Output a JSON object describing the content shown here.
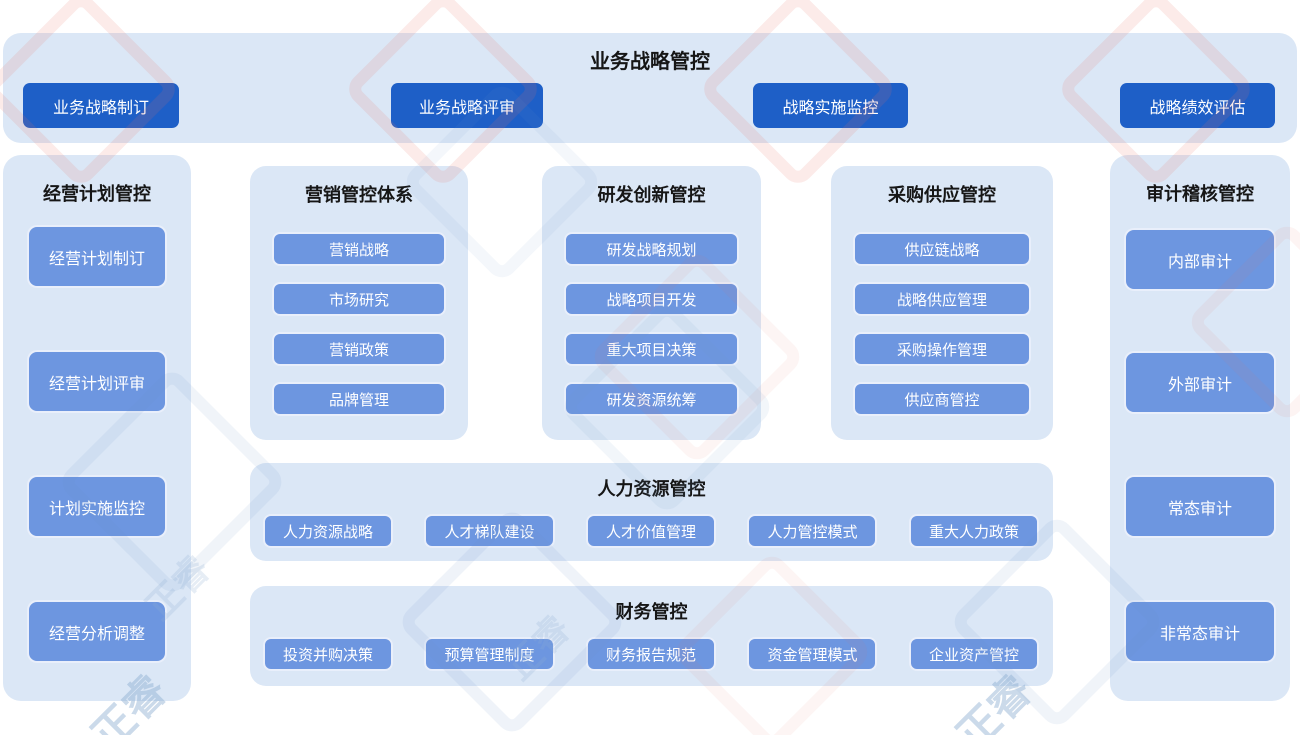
{
  "top_panel": {
    "title": "业务战略管控",
    "buttons": [
      "业务战略制订",
      "业务战略评审",
      "战略实施监控",
      "战略绩效评估"
    ]
  },
  "left_panel": {
    "title": "经营计划管控",
    "items": [
      "经营计划制订",
      "经营计划评审",
      "计划实施监控",
      "经营分析调整"
    ]
  },
  "columns": [
    {
      "title": "营销管控体系",
      "items": [
        "营销战略",
        "市场研究",
        "营销政策",
        "品牌管理"
      ]
    },
    {
      "title": "研发创新管控",
      "items": [
        "研发战略规划",
        "战略项目开发",
        "重大项目决策",
        "研发资源统筹"
      ]
    },
    {
      "title": "采购供应管控",
      "items": [
        "供应链战略",
        "战略供应管理",
        "采购操作管理",
        "供应商管控"
      ]
    }
  ],
  "hr_panel": {
    "title": "人力资源管控",
    "items": [
      "人力资源战略",
      "人才梯队建设",
      "人才价值管理",
      "人力管控模式",
      "重大人力政策"
    ]
  },
  "finance_panel": {
    "title": "财务管控",
    "items": [
      "投资并购决策",
      "预算管理制度",
      "财务报告规范",
      "资金管理模式",
      "企业资产管控"
    ]
  },
  "right_panel": {
    "title": "审计稽核管控",
    "items": [
      "内部审计",
      "外部审计",
      "常态审计",
      "非常态审计"
    ]
  },
  "watermark": {
    "text": "正睿"
  },
  "colors": {
    "panel_bg": "#dbe7f6",
    "primary_button": "#1e5fc7",
    "secondary_button": "#6d96e0",
    "title_text": "#161616",
    "button_text": "#ffffff"
  }
}
